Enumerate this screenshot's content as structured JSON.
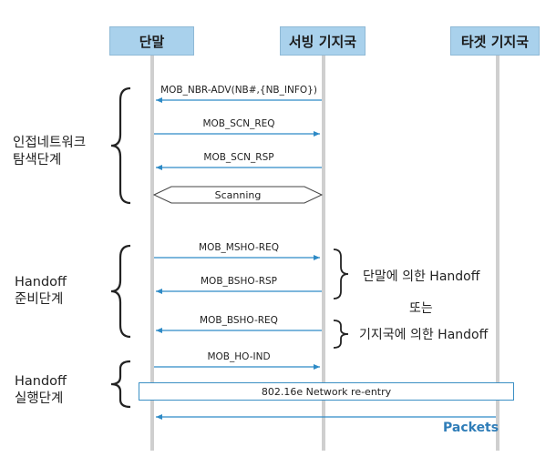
{
  "entities": {
    "terminal": "단말",
    "serving_bs": "서빙 기지국",
    "target_bs": "타겟 기지국"
  },
  "phases": {
    "discovery": [
      "인접네트워크",
      "탐색단계"
    ],
    "preparation": [
      "Handoff",
      "준비단계"
    ],
    "execution": [
      "Handoff",
      "실행단계"
    ]
  },
  "messages": {
    "nbr_adv": "MOB_NBR-ADV(NB#,{NB_INFO})",
    "scn_req": "MOB_SCN_REQ",
    "scn_rsp": "MOB_SCN_RSP",
    "scanning": "Scanning",
    "msho_req": "MOB_MSHO-REQ",
    "bsho_rsp": "MOB_BSHO-RSP",
    "bsho_req": "MOB_BSHO-REQ",
    "ho_ind": "MOB_HO-IND",
    "network_reentry": "802.16e Network re-entry",
    "packets": "Packets"
  },
  "notes": {
    "terminal_handoff": "단말에 의한 Handoff",
    "or": "또는",
    "bs_handoff": "기지국에 의한 Handoff"
  },
  "colors": {
    "header_fill": "#a9d1ec",
    "lifeline": "#cccccc",
    "arrow": "#2d8ac6",
    "packets_text": "#2f7db8"
  }
}
